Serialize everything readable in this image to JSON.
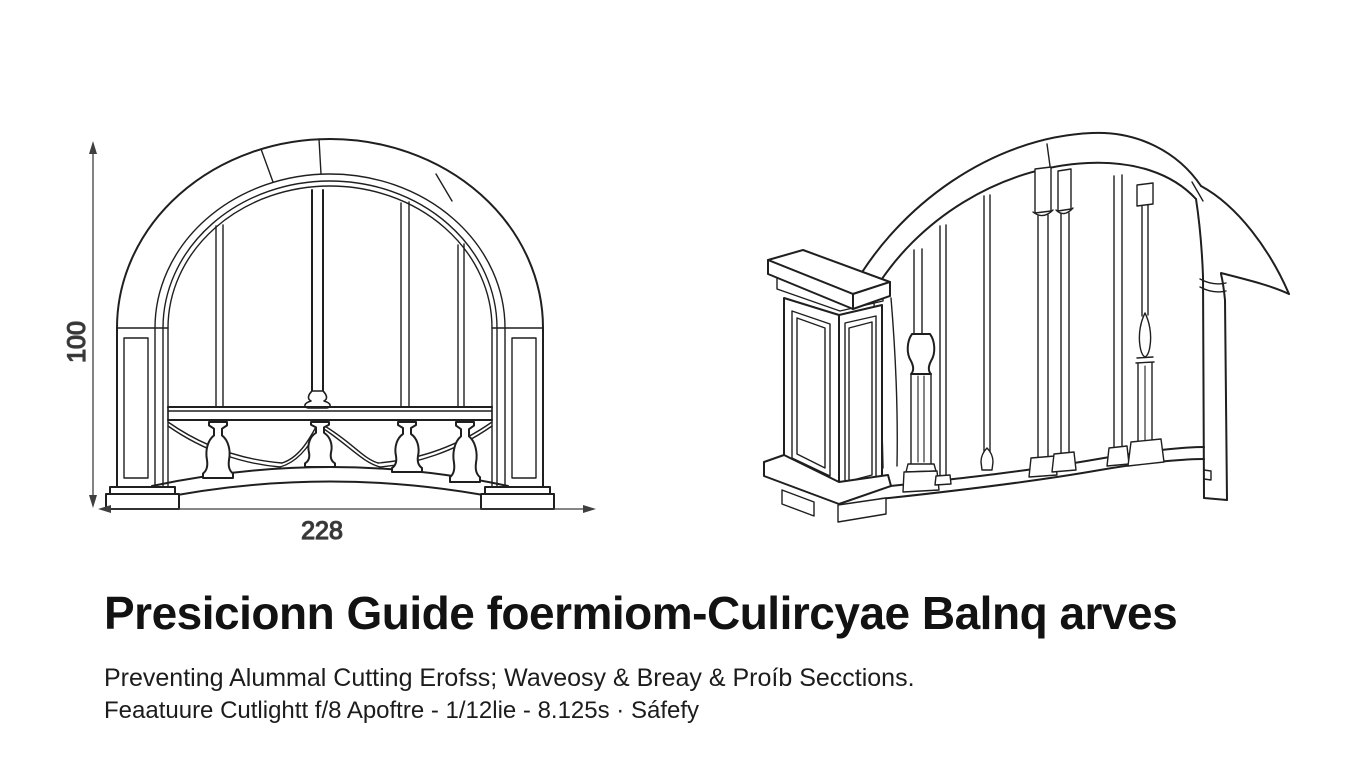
{
  "page": {
    "background": "#ffffff"
  },
  "colors": {
    "line": "#1f1f1f",
    "dimension_line": "#3f3f3f",
    "text": "#141414"
  },
  "left_drawing": {
    "description": "front elevation of arched balcony panel with balusters",
    "height_dimension": "100",
    "width_dimension": "228"
  },
  "right_drawing": {
    "description": "perspective view of curved balcony railing with newel post"
  },
  "caption": {
    "title": "Presicionn Guide foermiom-Culircyae Balnq arves",
    "line1": "Preventing Alummal Cutting Erofss; Waveosy & Breay & Proíb Secctions.",
    "line2": "Feaatuure Cutlightt f/8 Apoftre - 1/12lie - 8.125s · Sáfefy"
  }
}
